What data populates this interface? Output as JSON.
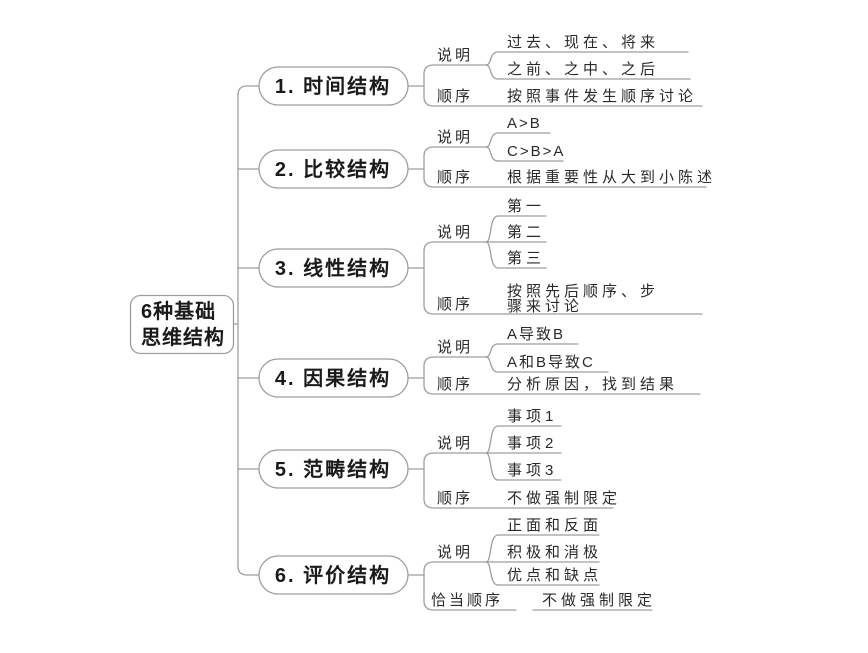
{
  "colors": {
    "line": "#9e9e9e",
    "text": "#1a1a1a",
    "leaf_text": "#2a2a2a",
    "background": "#ffffff"
  },
  "root": {
    "label": "6种基础思维结构",
    "line1": "6种基础",
    "line2": "思维结构"
  },
  "branches": [
    {
      "label": "1. 时间结构",
      "groups": [
        {
          "label": "说明",
          "children": [
            [
              "过去、现在、将来"
            ],
            [
              "之前、之中、之后"
            ]
          ]
        },
        {
          "label": "顺序",
          "children": [
            [
              "按照事件发生顺序讨论"
            ]
          ]
        }
      ]
    },
    {
      "label": "2. 比较结构",
      "groups": [
        {
          "label": "说明",
          "children": [
            [
              "A>B"
            ],
            [
              "C>B>A"
            ]
          ]
        },
        {
          "label": "顺序",
          "children": [
            [
              "根据重要性从大到小陈述"
            ]
          ]
        }
      ]
    },
    {
      "label": "3. 线性结构",
      "groups": [
        {
          "label": "说明",
          "children": [
            [
              "第一"
            ],
            [
              "第二"
            ],
            [
              "第三"
            ]
          ]
        },
        {
          "label": "顺序",
          "children": [
            [
              "按照先后顺序、步",
              "骤来讨论"
            ]
          ]
        }
      ]
    },
    {
      "label": "4. 因果结构",
      "groups": [
        {
          "label": "说明",
          "children": [
            [
              "A导致B"
            ],
            [
              "A和B导致C"
            ]
          ]
        },
        {
          "label": "顺序",
          "children": [
            [
              "分析原因，找到结果"
            ]
          ]
        }
      ]
    },
    {
      "label": "5. 范畴结构",
      "groups": [
        {
          "label": "说明",
          "children": [
            [
              "事项1"
            ],
            [
              "事项2"
            ],
            [
              "事项3"
            ]
          ]
        },
        {
          "label": "顺序",
          "children": [
            [
              "不做强制限定"
            ]
          ]
        }
      ]
    },
    {
      "label": "6. 评价结构",
      "groups": [
        {
          "label": "说明",
          "children": [
            [
              "正面和反面"
            ],
            [
              "积极和消极"
            ],
            [
              "优点和缺点"
            ]
          ]
        },
        {
          "label": "恰当顺序",
          "children": [
            [
              "不做强制限定"
            ]
          ]
        }
      ]
    }
  ]
}
